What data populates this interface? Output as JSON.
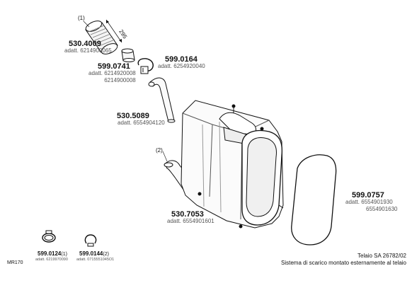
{
  "parts": [
    {
      "code": "530.4009",
      "ref": "(1)",
      "alt": [
        "adatt. 6214900065"
      ]
    },
    {
      "code": "599.0741",
      "alt": [
        "adatt. 6214920008",
        "6214900008"
      ]
    },
    {
      "code": "599.0164",
      "alt": [
        "adatt. 6254920040"
      ]
    },
    {
      "code": "530.5089",
      "alt": [
        "adatt. 6554904120"
      ]
    },
    {
      "code": "530.7053",
      "ref": "(2)",
      "alt": [
        "adatt. 6554901601"
      ]
    },
    {
      "code": "599.0757",
      "alt": [
        "adatt. 6554901930",
        "6554901630"
      ]
    }
  ],
  "small_parts": [
    {
      "code": "599.0124",
      "suffix": "(1)",
      "alt": "adatt. 6219970090"
    },
    {
      "code": "599.0144",
      "suffix": "(2)",
      "alt": "adatt. 0715551045O1"
    }
  ],
  "dimension": "295",
  "refs": {
    "one": "(1)",
    "two": "(2)"
  },
  "footer": {
    "model": "MR170",
    "title": "Telaio SA 26782/02",
    "subtitle": "Sistema di scarico montato esternamente al telaio"
  }
}
